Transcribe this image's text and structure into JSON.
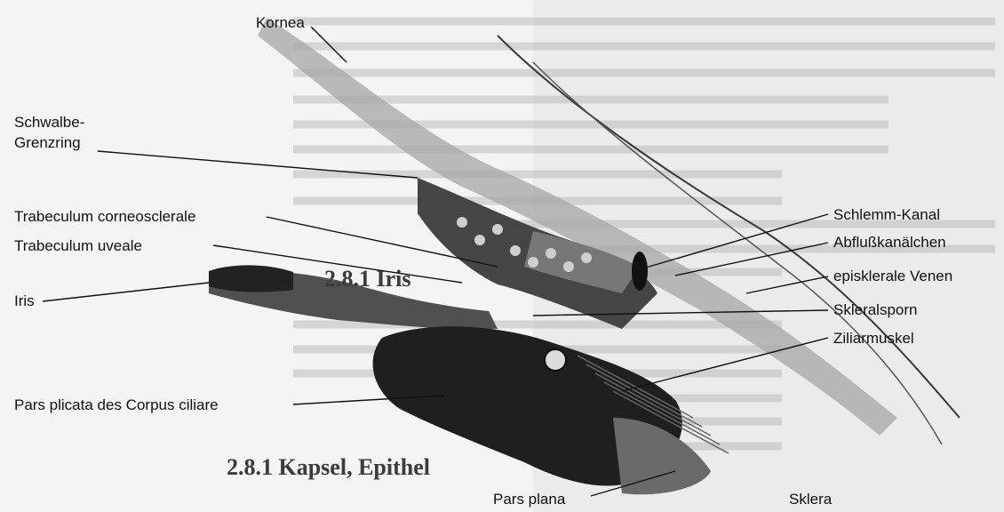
{
  "labels": {
    "kornea": "Kornea",
    "schwalbe_line1": "Schwalbe-",
    "schwalbe_line2": "Grenzring",
    "trabeculum_corneosclerale": "Trabeculum corneosclerale",
    "trabeculum_uveale": "Trabeculum uveale",
    "iris": "Iris",
    "pars_plicata": "Pars plicata des Corpus ciliare",
    "pars_plana": "Pars plana",
    "sklera": "Sklera",
    "schlemm_kanal": "Schlemm-Kanal",
    "abflusskanaelchen": "Abflußkanälchen",
    "episklerale_venen": "episklerale Venen",
    "skleralsporn": "Skleralsporn",
    "ziliarmuskel": "Ziliarmuskel"
  },
  "bleed_through_text": {
    "heading_1": "2.8.1 Iris",
    "heading_2": "2.8.1 Kapsel, Epithel"
  },
  "colors": {
    "ink": "#111111",
    "tissue_dark": "#2a2a2a",
    "tissue_mid": "#7d7d7d",
    "tissue_light": "#c9c9c7",
    "page": "#f4f4f2"
  }
}
